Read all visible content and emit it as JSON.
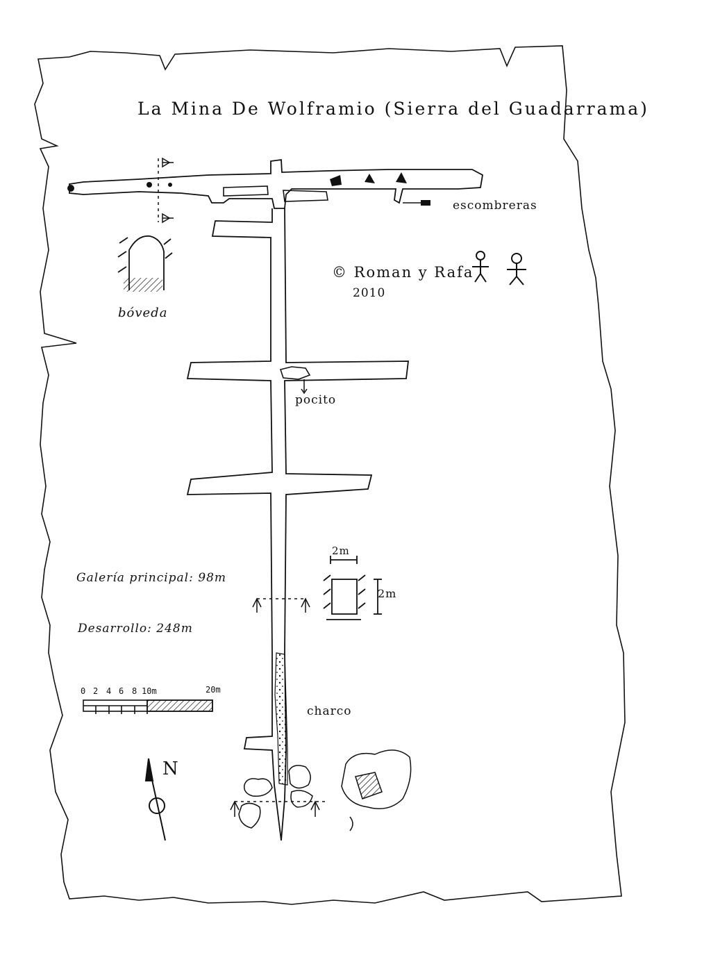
{
  "map": {
    "title": "La Mina De Wolframio (Sierra del Guadarrama)",
    "credit": "© Roman y Rafa",
    "credit_year": "2010",
    "labels": {
      "boveda": "bóveda",
      "escombreras": "escombreras",
      "pocito": "pocito",
      "charco": "charco"
    },
    "stats": {
      "galeria": "Galería principal: 98m",
      "desarrollo": "Desarrollo: 248m"
    },
    "cross_section": {
      "width": "2m",
      "height": "2m"
    },
    "scale_bar": {
      "ticks": [
        "0",
        "2",
        "4",
        "6",
        "8",
        "10m",
        "20m"
      ]
    },
    "north": "N"
  }
}
